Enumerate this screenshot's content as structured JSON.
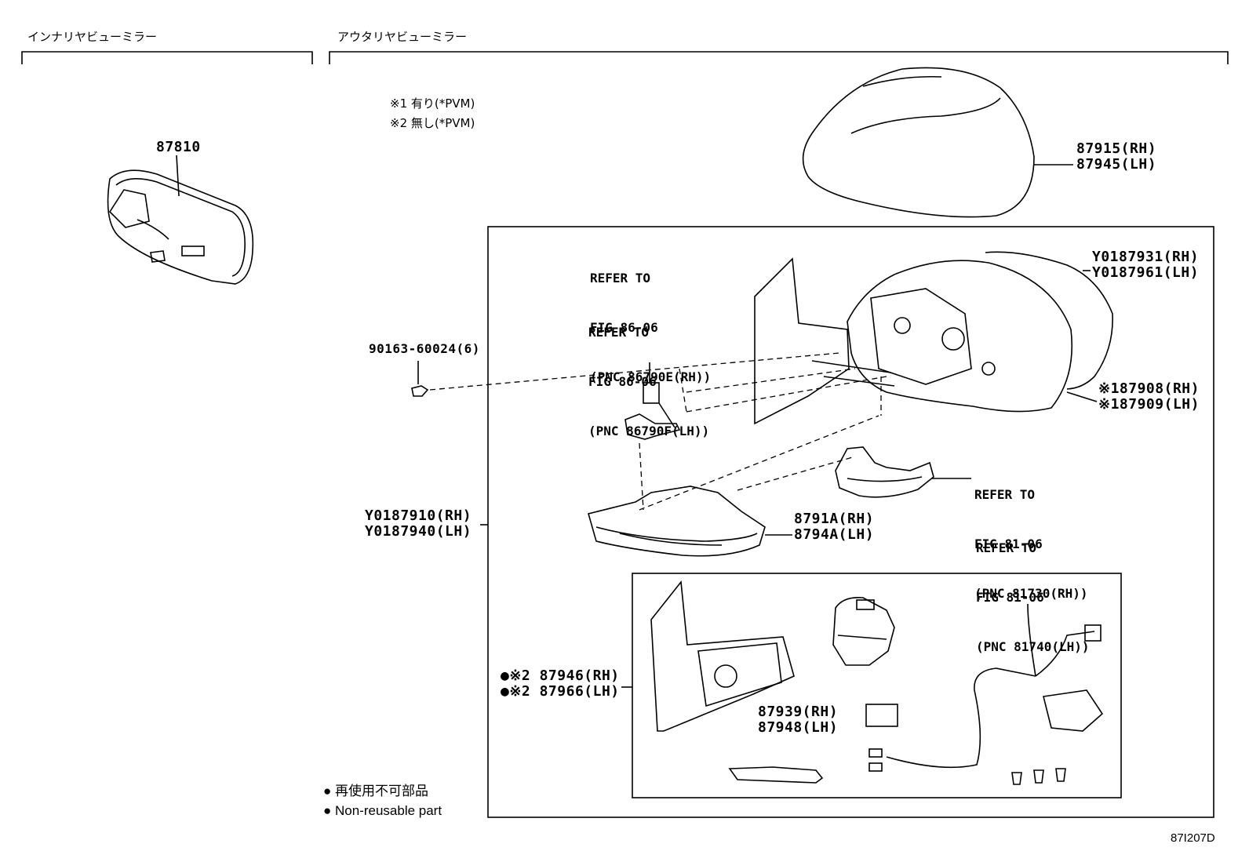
{
  "sections": {
    "inner_title": "インナリヤビューミラー",
    "outer_title": "アウタリヤビューミラー"
  },
  "notes": [
    "※1 有り(*PVM)",
    "※2 無し(*PVM)"
  ],
  "parts": {
    "inner_mirror": "87810",
    "cover_rh": "87915(RH)",
    "cover_lh": "87945(LH)",
    "bolt": "90163-60024(6)",
    "frame_rh": "Y0187931(RH)",
    "frame_lh": "Y0187961(LH)",
    "motor_rh": "※187908(RH)",
    "motor_lh": "※187909(LH)",
    "assy_rh": "Y0187910(RH)",
    "assy_lh": "Y0187940(LH)",
    "lower_cover_rh": "8791A(RH)",
    "lower_cover_lh": "8794A(LH)",
    "mirror_rh": "●※2 87946(RH)",
    "mirror_lh": "●※2 87966(LH)",
    "garnish_rh": "87939(RH)",
    "garnish_lh": "87948(LH)"
  },
  "refs": {
    "ref1": [
      "REFER TO",
      "FIG 86-06",
      "(PNC 86790E(RH))"
    ],
    "ref2": [
      "REFER TO",
      "FIG 86-06",
      "(PNC 86790F(LH))"
    ],
    "ref3": [
      "REFER TO",
      "FIG 81-06",
      "(PNC 81730(RH))"
    ],
    "ref4": [
      "REFER TO",
      "FIG 81-06",
      "(PNC 81740(LH))"
    ]
  },
  "legend": {
    "jp": "● 再使用不可部品",
    "en": "● Non-reusable part"
  },
  "figure_code": "87I207D"
}
